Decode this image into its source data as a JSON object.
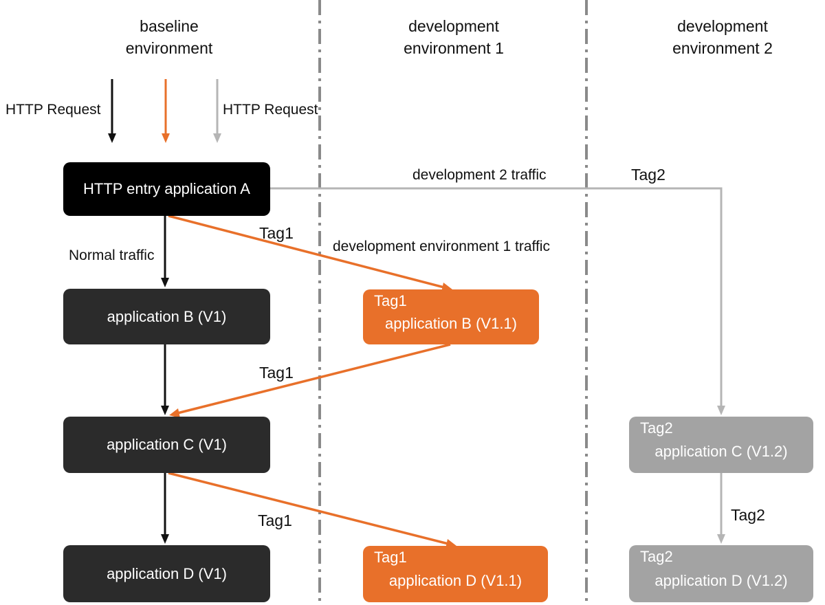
{
  "headers": {
    "baseline": [
      "baseline",
      "environment"
    ],
    "dev1": [
      "development",
      "environment 1"
    ],
    "dev2": [
      "development",
      "environment 2"
    ]
  },
  "labels": {
    "http_request_left": "HTTP Request",
    "http_request_right": "HTTP Request",
    "normal_traffic": "Normal traffic",
    "dev2_traffic": "development 2 traffic",
    "dev1_traffic": "development environment 1 traffic",
    "tag1": "Tag1",
    "tag2": "Tag2"
  },
  "nodes": {
    "app_a": {
      "name": "HTTP entry application A"
    },
    "app_b_v1": {
      "name": "application B (V1)"
    },
    "app_c_v1": {
      "name": "application C (V1)"
    },
    "app_d_v1": {
      "name": "application D (V1)"
    },
    "app_b_v11": {
      "tag": "Tag1",
      "name": "application B (V1.1)"
    },
    "app_d_v11": {
      "tag": "Tag1",
      "name": "application D (V1.1)"
    },
    "app_c_v12": {
      "tag": "Tag2",
      "name": "application C (V1.2)"
    },
    "app_d_v12": {
      "tag": "Tag2",
      "name": "application D (V1.2)"
    }
  },
  "colors": {
    "normal": "#111111",
    "tag1": "#e8702a",
    "tag2": "#b5b5b5",
    "divider": "#8a8a8a"
  }
}
